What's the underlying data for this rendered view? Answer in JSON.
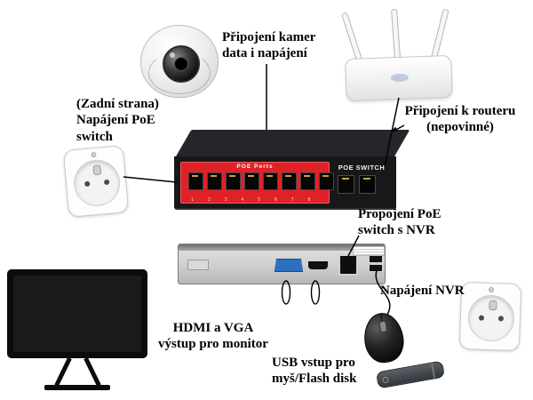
{
  "background": "#ffffff",
  "labels": {
    "camera_connection": "Připojení kamer\ndata i napájení",
    "poe_switch_power": "(Zadní strana)\nNapájení PoE\nswitch",
    "router_connection": "Připojení k routeru\n(nepovinné)",
    "switch_to_nvr": "Propojení PoE\nswitch s NVR",
    "nvr_power": "Napájení NVR",
    "monitor_output": "HDMI a VGA\nvýstup pro monitor",
    "usb_input": "USB vstup pro\nmyš/Flash disk"
  },
  "poe_switch": {
    "panel_label": "POE Ports",
    "device_label": "POE SWITCH",
    "port_numbers": "1 2 3 4 5 6 7 8",
    "panel_color": "#e02127",
    "body_color": "#18181a"
  },
  "nvr": {
    "vga_port_color": "#2f6fc1"
  }
}
